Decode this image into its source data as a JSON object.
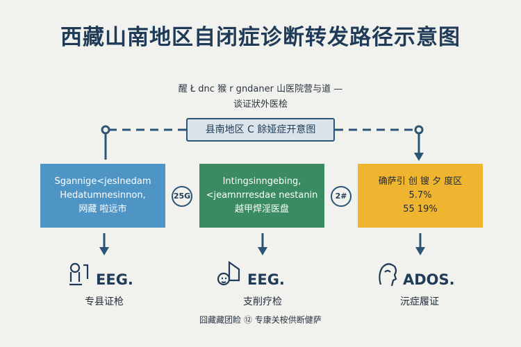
{
  "title": "西藏山南地区自闭症诊断转发路径示意图",
  "subtitle": {
    "line1": "醒 Ł dnc 猴 r gndaner 山医院营与道 —",
    "line2": "谈证狀外医桧"
  },
  "center_box": "县南地区 C 餘娅症开意图",
  "boxes": [
    {
      "lines": [
        "Sgannige<jesInedam",
        "Hedatumnesinnon,",
        "网藏 啦远市"
      ]
    },
    {
      "lines": [
        "Intingsinngebing,",
        "<jeamnrresdae nestanin",
        "越甲焊淫医盘"
      ]
    },
    {
      "lines": [
        "确萨引 创 锼 夕 度区",
        "5.7%",
        "55 19%"
      ]
    }
  ],
  "badges": [
    "25G",
    "2#"
  ],
  "tools": [
    {
      "name": "EEG.",
      "label": "专县证枪",
      "icon": "person-head-icon"
    },
    {
      "name": "EEG.",
      "label": "支削疗检",
      "icon": "house-face-icon"
    },
    {
      "name": "ADOS.",
      "label": "沅症履证",
      "icon": "profile-head-icon"
    }
  ],
  "footer": "囧藏藏团睑 ⑫ 专康关桉供断健萨",
  "colors": {
    "primary": "#1f3b57",
    "blue_box": "#4e94c4",
    "green_box": "#3a8a62",
    "yellow_box": "#efb531"
  }
}
